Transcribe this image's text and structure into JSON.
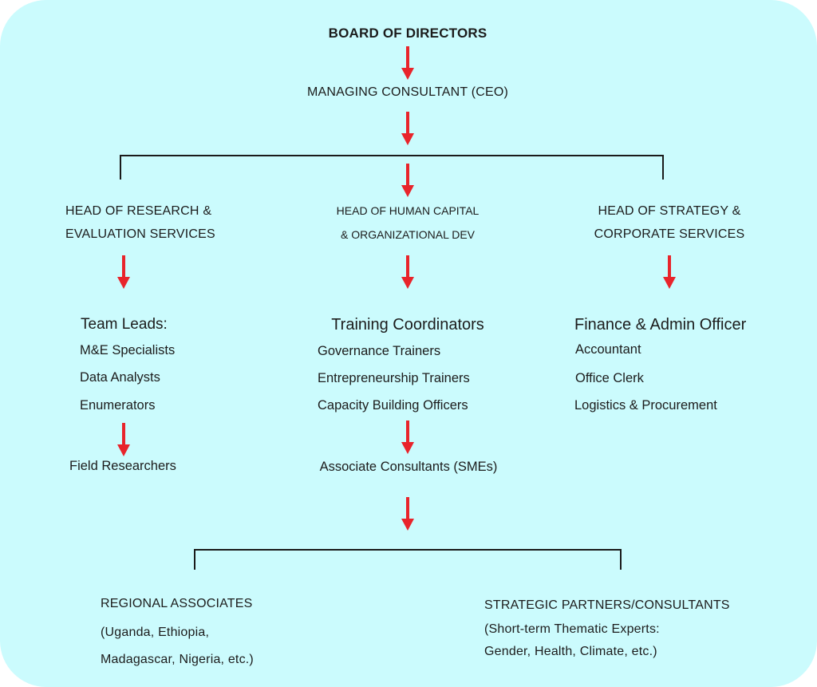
{
  "colors": {
    "background": "#cbfbfd",
    "arrow": "#e8242b",
    "line": "#1a1a1a",
    "text": "#1c1c1c"
  },
  "board": "BOARD OF DIRECTORS",
  "ceo": "MANAGING CONSULTANT (CEO)",
  "heads": {
    "research": {
      "line1": "HEAD OF RESEARCH &",
      "line2": "EVALUATION SERVICES"
    },
    "human_capital": {
      "line1": "HEAD OF HUMAN CAPITAL",
      "line2": "& ORGANIZATIONAL DEV"
    },
    "strategy": {
      "line1": "HEAD OF STRATEGY &",
      "line2": "CORPORATE SERVICES"
    }
  },
  "research_team": {
    "title": "Team Leads:",
    "items": [
      "M&E Specialists",
      "Data Analysts",
      "Enumerators"
    ],
    "sub": "Field Researchers"
  },
  "training_team": {
    "title": "Training Coordinators",
    "items": [
      "Governance Trainers",
      "Entrepreneurship Trainers",
      "Capacity Building Officers"
    ],
    "sub": "Associate Consultants (SMEs)"
  },
  "finance_team": {
    "title": "Finance & Admin Officer",
    "items": [
      "Accountant",
      "Office Clerk",
      "Logistics & Procurement"
    ]
  },
  "regional": {
    "title": "REGIONAL ASSOCIATES",
    "line1": "(Uganda, Ethiopia,",
    "line2": "Madagascar, Nigeria, etc.)"
  },
  "partners": {
    "title": "STRATEGIC PARTNERS/CONSULTANTS",
    "line1": "(Short-term Thematic Experts:",
    "line2": "Gender, Health, Climate, etc.)"
  }
}
